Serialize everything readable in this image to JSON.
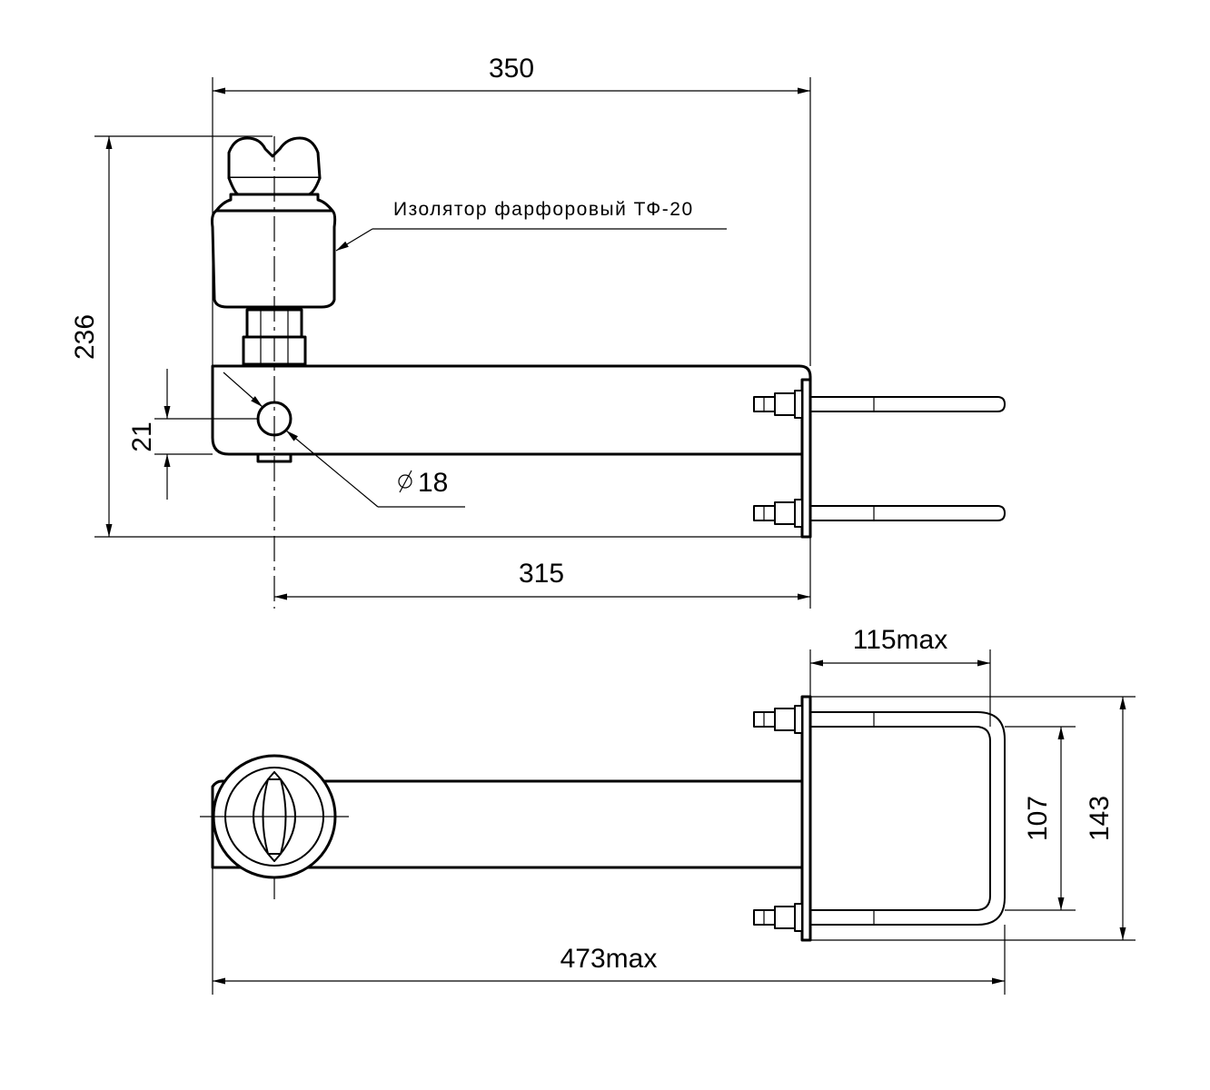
{
  "labels": {
    "dim_top_width": "350",
    "dim_height": "236",
    "dim_hole_offset": "21",
    "dim_hole_diameter": "18",
    "dim_bracket_length": "315",
    "dim_clamp_width": "115max",
    "dim_clamp_inner": "107",
    "dim_clamp_outer": "143",
    "dim_total_length": "473max",
    "insulator_callout": "Изолятор фарфоровый ТФ-20"
  },
  "symbols": {
    "diameter": "diameter-symbol"
  }
}
